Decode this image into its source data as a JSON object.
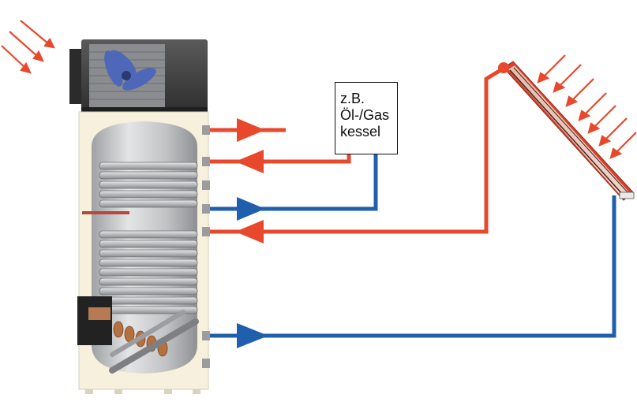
{
  "boiler_box": {
    "lines": [
      "z.B.",
      "Öl-/Gas",
      "kessel"
    ]
  },
  "colors": {
    "hot_flow": "#e8482c",
    "cold_flow": "#1f5fae",
    "tank_casing": "#f7f0dc",
    "tank_inner": "#c9cacc",
    "heat_pump_body": "#4a4a4a",
    "fan_blades": "#4f67b8",
    "collector_frame": "#d9412a"
  },
  "icons": [
    "sun-rays-icon",
    "fan-icon",
    "arrow-icon"
  ]
}
